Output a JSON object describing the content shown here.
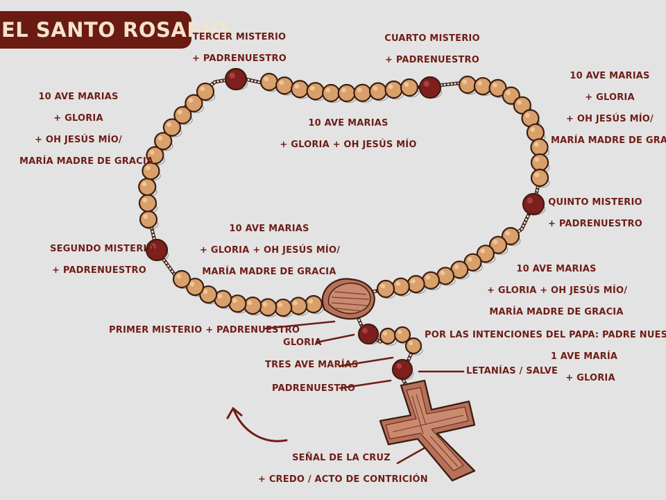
{
  "title": "EL SANTO ROSARIO",
  "labels": {
    "tercer": [
      "TERCER MISTERIO",
      "+ PADRENUESTRO"
    ],
    "cuarto": [
      "CUARTO MISTERIO",
      "+ PADRENUESTRO"
    ],
    "decada_izq": [
      "10 AVE MARIAS",
      "+ GLORIA",
      "+ OH JESÚS MÍO/",
      "MARÍA MADRE DE GRACIA"
    ],
    "decada_centro": [
      "10 AVE MARIAS",
      "+ GLORIA + OH JESÚS MÍO"
    ],
    "decada_der": [
      "10 AVE MARIAS",
      "+ GLORIA",
      "+ OH JESÚS MÍO/",
      "MARÍA MADRE DE GRACIA"
    ],
    "quinto": [
      "QUINTO MISTERIO",
      "+ PADRENUESTRO"
    ],
    "segundo": [
      "SEGUNDO MISTERIO",
      "+ PADRENUESTRO"
    ],
    "decada_inferior_izq": [
      "10 AVE MARIAS",
      "+ GLORIA + OH JESÚS MÍO/",
      "MARÍA MADRE DE GRACIA"
    ],
    "decada_inferior_der": [
      "10 AVE MARIAS",
      "+ GLORIA + OH JESÚS MÍO/",
      "MARÍA MADRE DE GRACIA"
    ],
    "primer": [
      "PRIMER MISTERIO + PADRENUESTRO"
    ],
    "intenciones": [
      "POR LAS INTENCIONES DEL PAPA: PADRE NUESTRO",
      "1  AVE MARÍA",
      "+ GLORIA"
    ],
    "gloria": [
      "GLORIA"
    ],
    "tres_ave": [
      "TRES AVE MARÍAS"
    ],
    "letanias": [
      "LETANÍAS / SALVE"
    ],
    "padrenuestro": [
      "PADRENUESTRO"
    ],
    "cruz": [
      "SEÑAL DE LA CRUZ",
      "+ CREDO / ACTO DE CONTRICIÓN"
    ]
  },
  "icons": {
    "arrow": "curved-arrow-icon",
    "cross": "cross-icon",
    "centerpiece": "centerpiece-medal"
  },
  "colors": {
    "bead": "#d9a06c",
    "bead_outline": "#3a1e12",
    "mystery_bead": "#7e1f1d",
    "text": "#6e1d17",
    "title_bg": "#6b1b12",
    "title_text": "#f3e3cf",
    "wood": "#b7705a",
    "background": "#e4e3e3"
  }
}
